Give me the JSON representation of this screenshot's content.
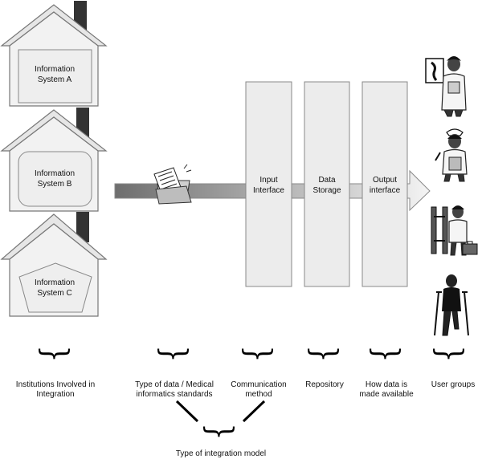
{
  "houses": [
    {
      "label": "Information System A"
    },
    {
      "label": "Information System B"
    },
    {
      "label": "Information System C"
    }
  ],
  "stages": {
    "input": "Input Interface",
    "storage": "Data Storage",
    "output": "Output interface"
  },
  "icons": {
    "document": "folder-with-documents-icon",
    "users": [
      "doctor-with-xray-icon",
      "nurse-with-clipboard-icon",
      "paramedic-with-stretcher-icon",
      "patient-on-crutches-icon"
    ]
  },
  "labels": {
    "institutions": "Institutions Involved in Integration",
    "data_type": "Type of data / Medical informatics standards",
    "communication": "Communication method",
    "repository": "Repository",
    "availability": "How data is made available",
    "user_groups": "User groups",
    "integration_model": "Type of integration model"
  },
  "colors": {
    "house_fill": "#f2f2f2",
    "chimney": "#333333",
    "stage_fill": "#ececec",
    "stroke": "#777777"
  }
}
